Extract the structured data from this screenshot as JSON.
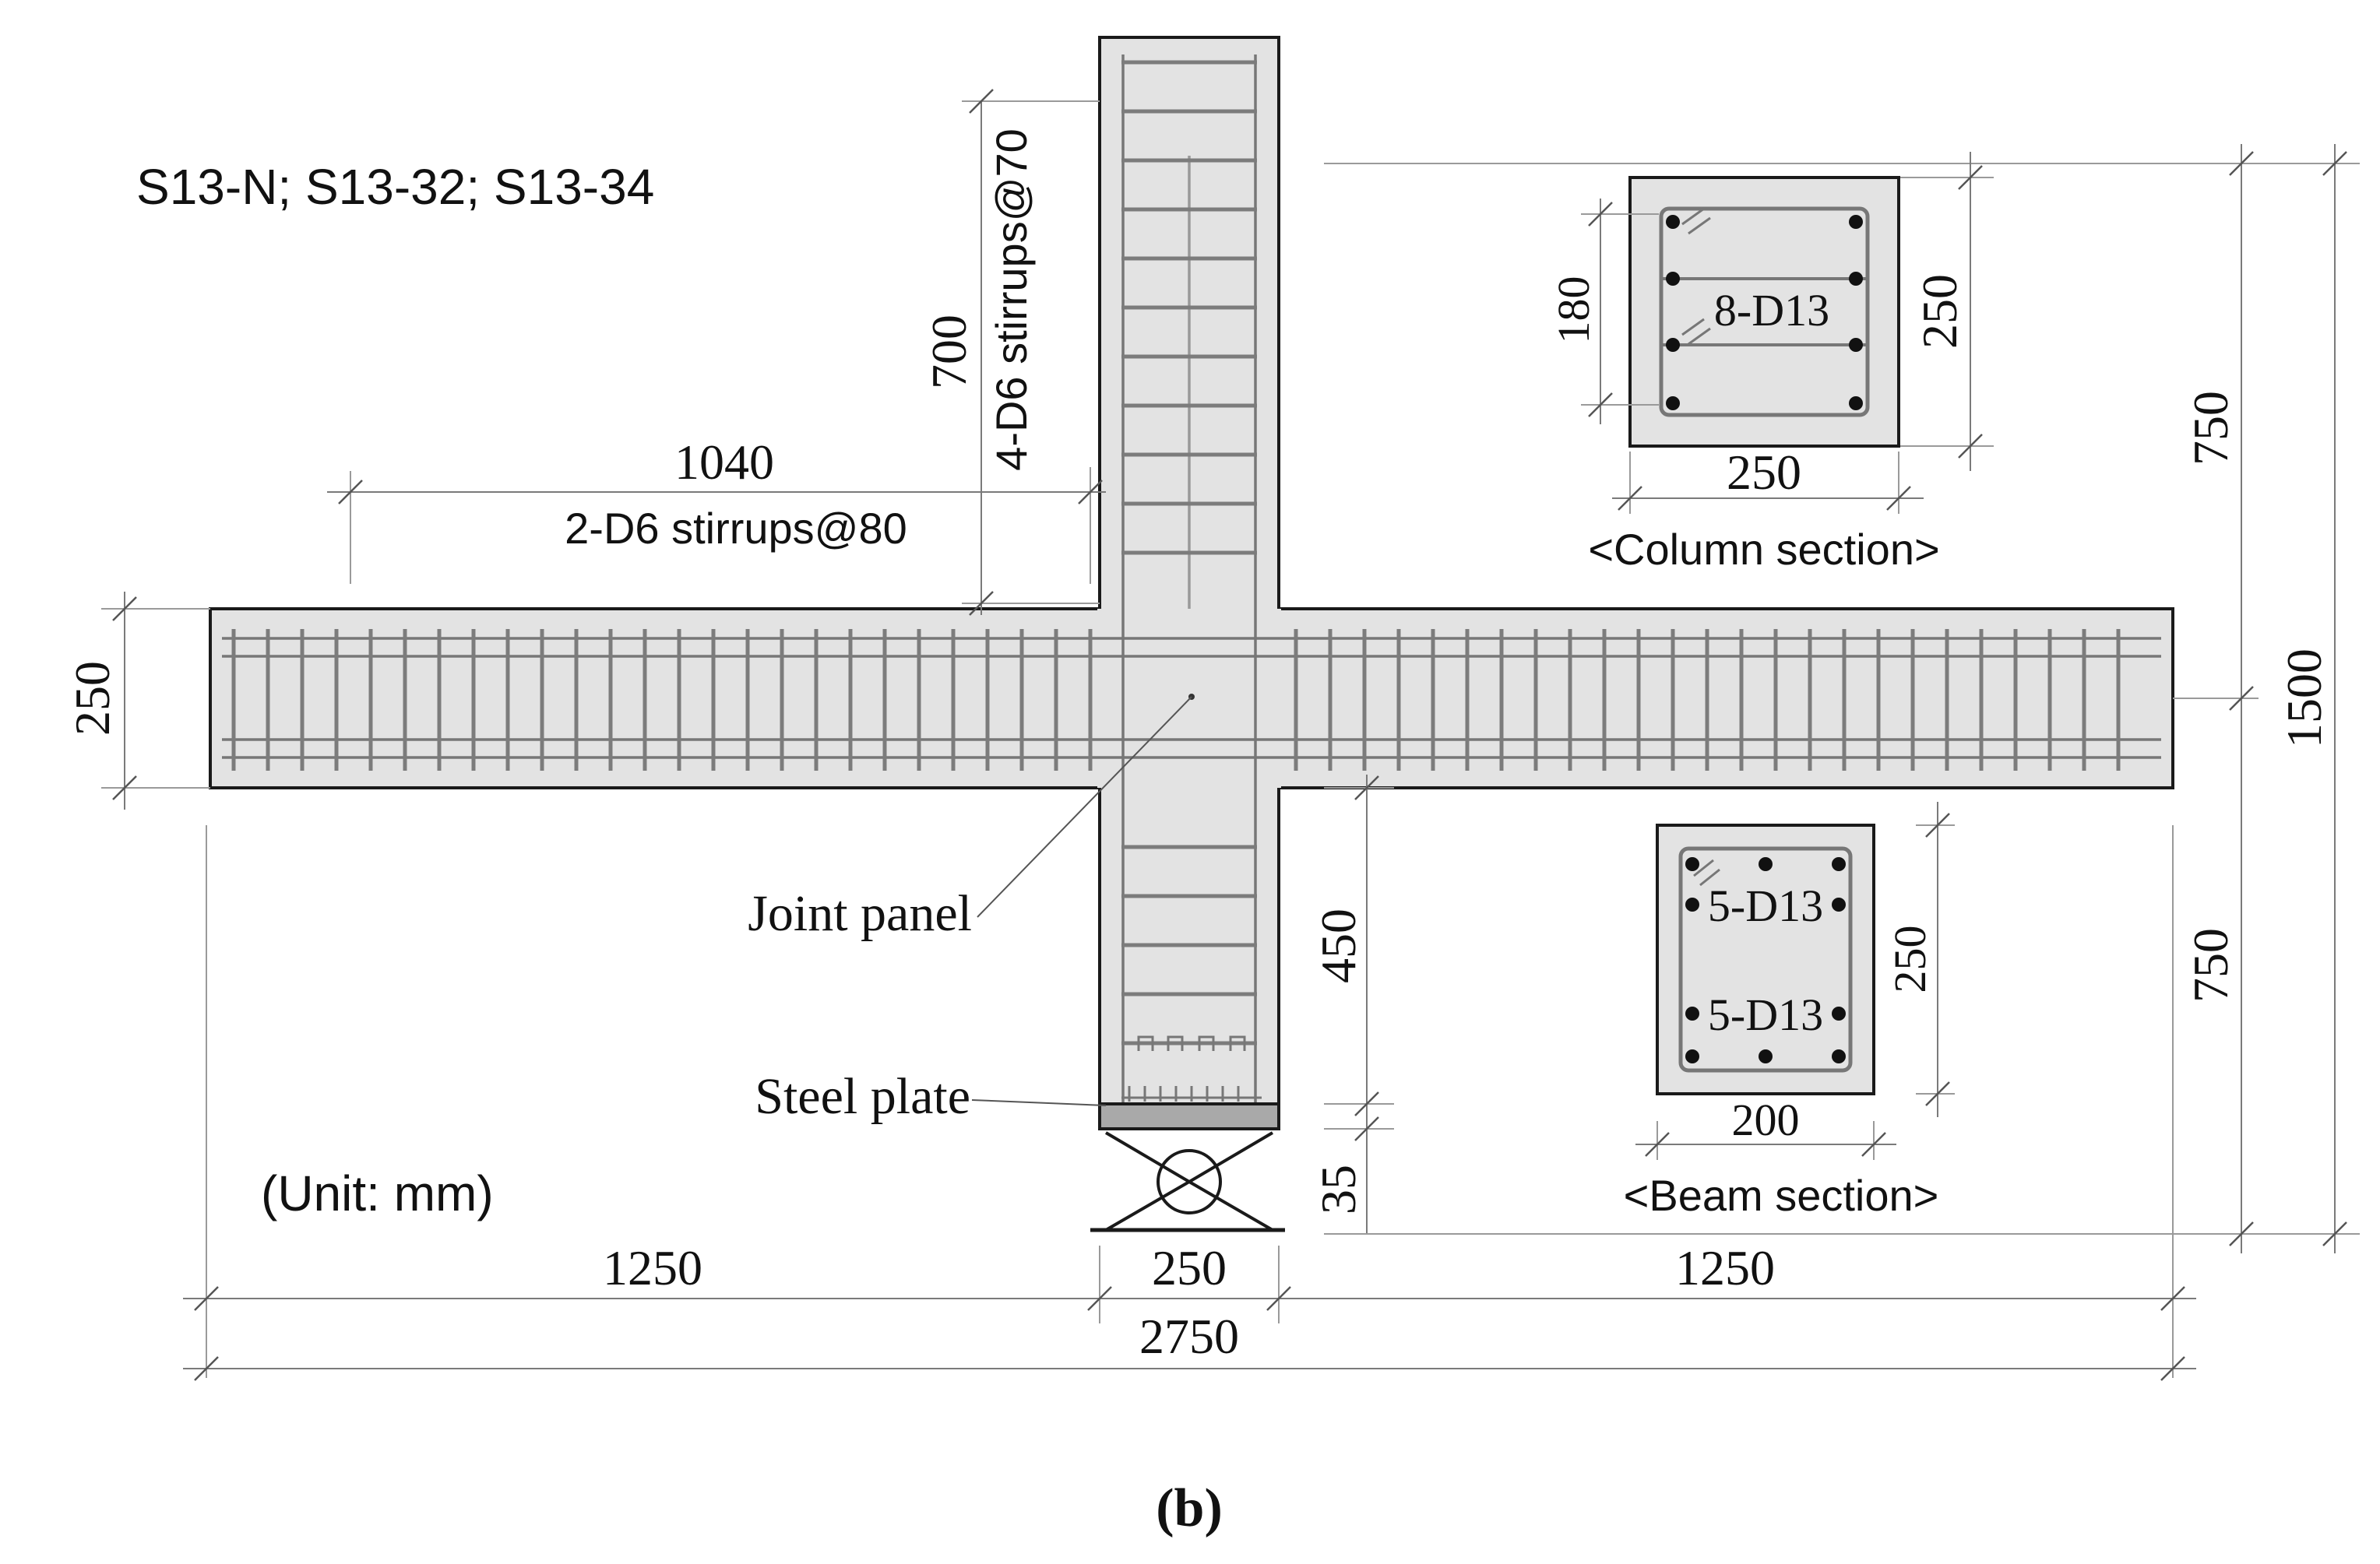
{
  "specimens": "S13-N; S13-32; S13-34",
  "unit_note": "(Unit: mm)",
  "subfigure_label": "(b)",
  "labels": {
    "joint_panel": "Joint panel",
    "steel_plate": "Steel plate",
    "column_stirrups": "4-D6 stirrups@70",
    "beam_stirrups": "2-D6 stirrups@80"
  },
  "dimensions": {
    "beam_left_stirrup_zone": "1040",
    "column_stirrup_zone": "700",
    "beam_depth": "250",
    "column_height_upper": "750",
    "column_height_lower": "750",
    "column_height_total": "1500",
    "lower_column_clear": "450",
    "steel_plate": "35",
    "left_span": "1250",
    "column_width": "250",
    "right_span": "1250",
    "total_span": "2750"
  },
  "column_section": {
    "title": "<Column section>",
    "rebar": "8-D13",
    "width": "250",
    "height": "250",
    "inner": "180"
  },
  "beam_section": {
    "title": "<Beam section>",
    "top_rebar": "5-D13",
    "bottom_rebar": "5-D13",
    "width": "200",
    "height": "250"
  }
}
